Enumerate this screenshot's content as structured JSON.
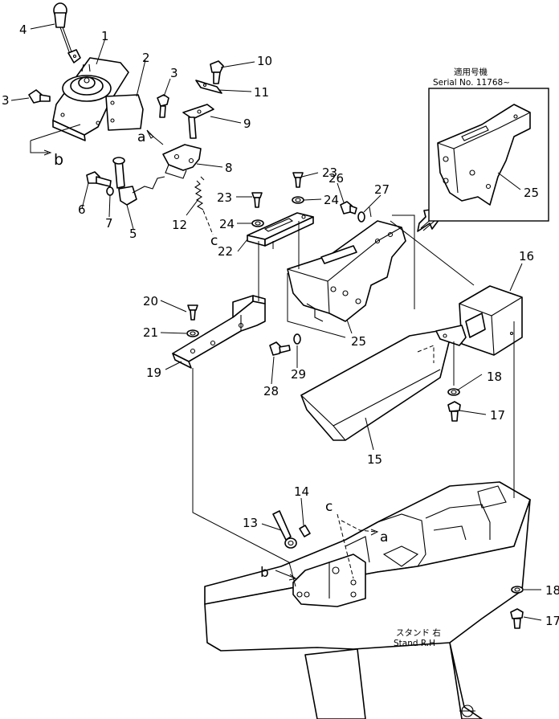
{
  "callouts": {
    "p1": "1",
    "p2": "2",
    "p3a": "3",
    "p3b": "3",
    "p4": "4",
    "p5": "5",
    "p6": "6",
    "p7": "7",
    "p8": "8",
    "p9": "9",
    "p10": "10",
    "p11": "11",
    "p12": "12",
    "p13": "13",
    "p14": "14",
    "p15": "15",
    "p16": "16",
    "p17a": "17",
    "p17b": "17",
    "p18a": "18",
    "p18b": "18",
    "p19": "19",
    "p20": "20",
    "p21": "21",
    "p22": "22",
    "p23a": "23",
    "p23b": "23",
    "p24a": "24",
    "p24b": "24",
    "p25a": "25",
    "p25b": "25",
    "p26": "26",
    "p27": "27",
    "p28": "28",
    "p29": "29"
  },
  "refs": {
    "a1": "a",
    "a2": "a",
    "b1": "b",
    "b2": "b",
    "c1": "c",
    "c2": "c"
  },
  "serial_box": {
    "japanese": "適用号機",
    "serial": "Serial No. 11768~"
  },
  "stand_label": {
    "japanese": "スタンド 右",
    "english": "Stand R.H"
  }
}
